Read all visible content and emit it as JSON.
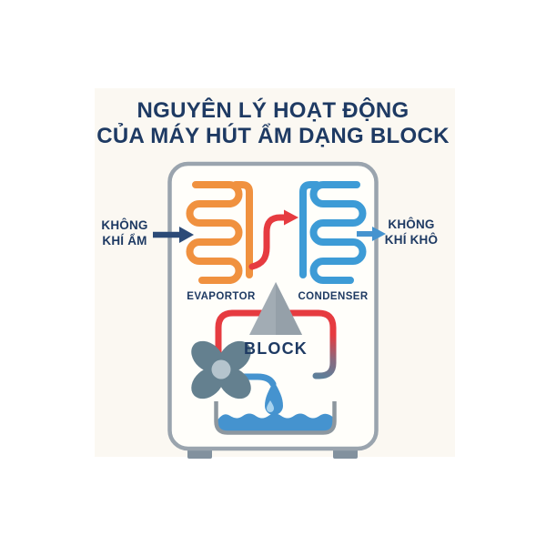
{
  "title": {
    "line1": "NGUYÊN LÝ HOẠT ĐỘNG",
    "line2": "CỦA MÁY HÚT ẨM DẠNG BLOCK"
  },
  "diagram": {
    "inlet_label_line1": "KHÔNG",
    "inlet_label_line2": "KHÍ ẨM",
    "outlet_label_line1": "KHÔNG",
    "outlet_label_line2": "KHÍ KHÔ",
    "evaporator_label": "EVAPORTOR",
    "condenser_label": "CONDENSER",
    "compressor_label": "BLOCK"
  },
  "icons": {
    "fan-icon": "four-blade propeller",
    "droplet-icon": "falling water drop",
    "water-tray-icon": "condensate tray with water",
    "compressor-triangle-icon": "gray triangle compressor",
    "inlet-arrow-icon": "right arrow into machine",
    "outlet-arrow-icon": "right arrow out of machine"
  },
  "colors": {
    "title_navy": "#1e3a63",
    "inlet_arrow_navy": "#2b4a77",
    "outlet_arrow_blue": "#4593cf",
    "evaporator_orange": "#f0913f",
    "condenser_blue": "#3d9bd6",
    "refrigerant_red": "#e63b40",
    "pipe_slate_blue": "#5e7f9a",
    "water_blue": "#4593cf",
    "water_highlight": "#a8d3ef",
    "fan_gray": "#64808f",
    "fan_hub_gray": "#b5c4cd",
    "compressor_gray": "#a2acb4",
    "compressor_gray_dark": "#95a0a9",
    "machine_outline_gray": "#9aa4ae",
    "machine_fill": "#fffefa",
    "tray_gray": "#8d979f",
    "feet_gray": "#82919e",
    "background_cream": "#fbf8f2"
  }
}
